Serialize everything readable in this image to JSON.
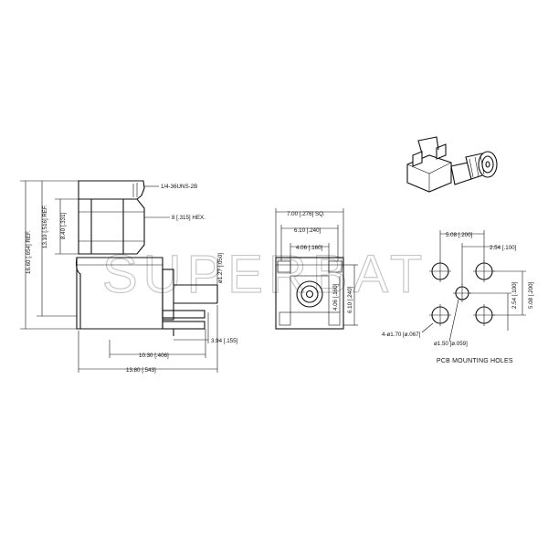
{
  "watermark": "SUPERBAT",
  "side_view": {
    "thread": "1/4-36UNS-2B",
    "hex": "8 [.315] HEX.",
    "overall_height": "16.60 [.654] REF.",
    "height_13": "13.10 [.516] REF.",
    "height_840": "8.40 [.331]",
    "pin_dia": "ø1.27 [.050]",
    "pin_len": "3.94 [.155]",
    "width_1030": "10.30 [.406]",
    "width_1380": "13.80 [.543]"
  },
  "front_view": {
    "sq": "7.00 [.276] SQ.",
    "w610": "6.10 [.240]",
    "w406": "4.06 [.160]",
    "h406": "4.06 [.160]",
    "h610": "6.10 [.240]"
  },
  "pcb": {
    "top_508": "5.08 [.200]",
    "top_254": "2.54 [.100]",
    "right_254": "2.54 [.100]",
    "right_508": "5.08 [.200]",
    "holes_4": "4-ø1.70 [ø.067]",
    "hole_center": "ø1.50 [ø.059]",
    "title": "PCB MOUNTING HOLES"
  },
  "icons": {
    "iso": "connector-isometric-icon"
  }
}
